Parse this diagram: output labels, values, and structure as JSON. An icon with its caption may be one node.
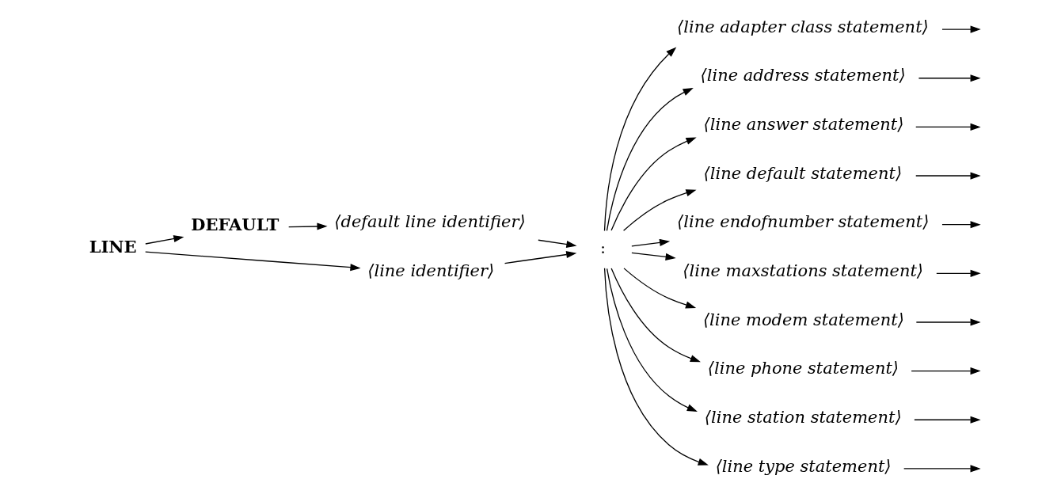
{
  "diagram": {
    "nodes": [
      {
        "text": [
          "LINE"
        ]
      },
      {
        "text": [
          "DEFAULT"
        ]
      },
      {
        "text": [
          "⟨line identifier⟩"
        ]
      },
      {
        "text": [
          "⟨default line identifier⟩"
        ]
      },
      {
        "text": [
          ":"
        ]
      },
      {
        "text": [
          "⟨line adapter class statement⟩"
        ]
      },
      {
        "text": [
          "⟨line address statement⟩"
        ]
      },
      {
        "text": [
          "⟨line answer statement⟩"
        ]
      },
      {
        "text": [
          "⟨line default statement⟩"
        ]
      },
      {
        "text": [
          "⟨line endofnumber statement⟩"
        ]
      },
      {
        "text": [
          "⟨line maxstations statement⟩"
        ]
      },
      {
        "text": [
          "⟨line modem statement⟩"
        ]
      },
      {
        "text": [
          "⟨line phone statement⟩"
        ]
      },
      {
        "text": [
          "⟨line station statement⟩"
        ]
      },
      {
        "text": [
          "⟨line type statement⟩"
        ]
      }
    ],
    "edges": [
      {
        "from": 0,
        "to": 2,
        "arrow": "to"
      },
      {
        "from": 0,
        "to": 1,
        "arrow": "to"
      },
      {
        "from": 1,
        "to": 3,
        "arrow": "to"
      },
      {
        "from": 2,
        "to": 4,
        "arrow": "to"
      },
      {
        "from": 3,
        "to": 4,
        "arrow": "to"
      },
      {
        "from": 4,
        "to": 5,
        "arrow": "to"
      },
      {
        "from": 4,
        "to": 6,
        "arrow": "to"
      },
      {
        "from": 4,
        "to": 7,
        "arrow": "to"
      },
      {
        "from": 4,
        "to": 8,
        "arrow": "to"
      },
      {
        "from": 4,
        "to": 9,
        "arrow": "to"
      },
      {
        "from": 4,
        "to": 10,
        "arrow": "to"
      },
      {
        "from": 4,
        "to": 11,
        "arrow": "to"
      },
      {
        "from": 4,
        "to": 12,
        "arrow": "to"
      },
      {
        "from": 4,
        "to": 13,
        "arrow": "to"
      },
      {
        "from": 4,
        "to": 14,
        "arrow": "to"
      },
      {
        "from": 5,
        "to": null,
        "arrow": "to"
      },
      {
        "from": 6,
        "to": null,
        "arrow": "to"
      },
      {
        "from": 7,
        "to": null,
        "arrow": "to"
      },
      {
        "from": 8,
        "to": null,
        "arrow": "to"
      },
      {
        "from": 9,
        "to": null,
        "arrow": "to"
      },
      {
        "from": 10,
        "to": null,
        "arrow": "to"
      },
      {
        "from": 11,
        "to": null,
        "arrow": "to"
      },
      {
        "from": 12,
        "to": null,
        "arrow": "to"
      },
      {
        "from": 13,
        "to": null,
        "arrow": "to"
      },
      {
        "from": 14,
        "to": null,
        "arrow": "to"
      }
    ]
  }
}
